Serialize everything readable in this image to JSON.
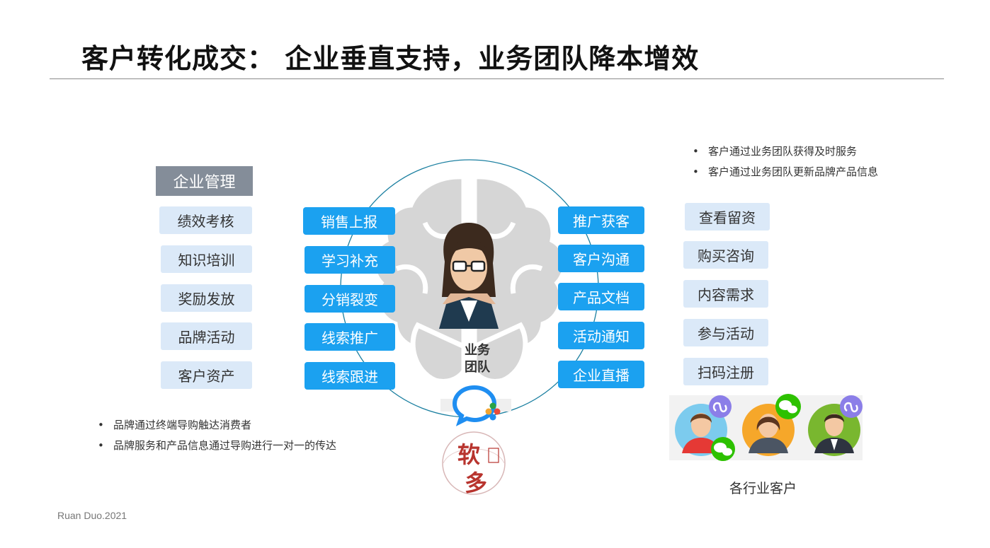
{
  "title": "客户转化成交：  企业垂直支持，业务团队降本增效",
  "enterprise": {
    "header": "企业管理",
    "items": [
      "绩效考核",
      "知识培训",
      "奖励发放",
      "品牌活动",
      "客户资产"
    ]
  },
  "team_left": [
    "销售上报",
    "学习补充",
    "分销裂变",
    "线索推广",
    "线索跟进"
  ],
  "team_right": [
    "推广获客",
    "客户沟通",
    "产品文档",
    "活动通知",
    "企业直播"
  ],
  "team_label_line1": "业务",
  "team_label_line2": "团队",
  "customer_items": [
    "查看留资",
    "购买咨询",
    "内容需求",
    "参与活动",
    "扫码注册"
  ],
  "customer_bullets": [
    "客户通过业务团队获得及时服务",
    "客户通过业务团队更新品牌产品信息"
  ],
  "brand_bullets": [
    "品牌通过终端导购触达消费者",
    "品牌服务和产品信息通过导购进行一对一的传达"
  ],
  "logo_text_1": "软",
  "logo_text_2": "多",
  "customers_caption": "各行业客户",
  "footer": "Ruan Duo.2021",
  "colors": {
    "accent_blue": "#1ba1f0",
    "light_blue": "#dbe9f8",
    "header_gray": "#848d99",
    "circle": "#1a7fa0"
  },
  "icons": [
    "brain-icon",
    "business-woman-icon",
    "wecom-logo-icon",
    "ruanduo-seal-icon",
    "mini-program-icon",
    "wechat-icon",
    "customer-avatar-icon"
  ]
}
